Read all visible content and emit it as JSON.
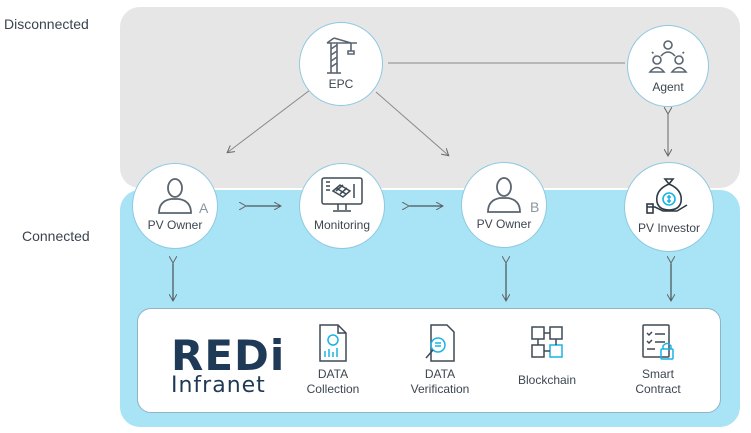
{
  "zones": {
    "top_label": "Disconnected",
    "bottom_label": "Connected"
  },
  "nodes": {
    "epc": {
      "label": "EPC",
      "icon": "crane-icon"
    },
    "agent": {
      "label": "Agent",
      "icon": "people-group-icon"
    },
    "owner_a": {
      "label": "PV Owner",
      "tag": "A",
      "icon": "person-icon"
    },
    "monitoring": {
      "label": "Monitoring",
      "icon": "monitor-icon"
    },
    "owner_b": {
      "label": "PV Owner",
      "tag": "B",
      "icon": "person-icon"
    },
    "investor": {
      "label": "PV Investor",
      "icon": "money-bag-hand-icon"
    }
  },
  "platform": {
    "logo_main": "REDi",
    "logo_sub": "Infranet",
    "features": [
      {
        "label": "DATA\nCollection",
        "icon": "document-chart-icon"
      },
      {
        "label": "DATA\nVerification",
        "icon": "document-search-icon"
      },
      {
        "label": "Blockchain",
        "icon": "blockchain-cubes-icon"
      },
      {
        "label": "Smart\nContract",
        "icon": "contract-lock-icon"
      }
    ]
  },
  "colors": {
    "top_zone": "#e6e6e6",
    "bottom_zone": "#a8e3f6",
    "logo": "#1f3a57",
    "accent": "#1ab3e6"
  }
}
